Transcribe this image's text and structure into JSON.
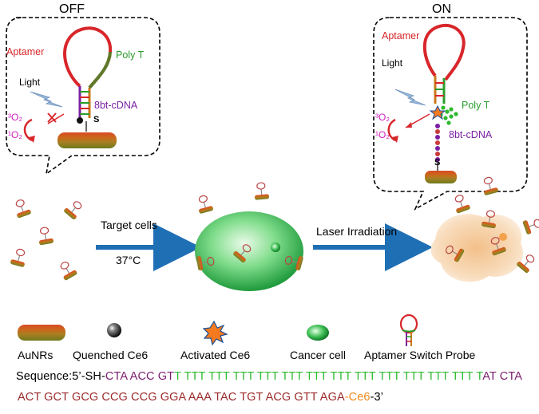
{
  "panels": {
    "off": {
      "title": "OFF",
      "aptamer": "Aptamer",
      "poly_t": "Poly T",
      "light": "Light",
      "cdna": "8bt-cDNA",
      "s": "S",
      "o2_triplet": "³O₂",
      "o2_singlet": "¹O₂"
    },
    "on": {
      "title": "ON",
      "aptamer": "Aptamer",
      "poly_t": "Poly T",
      "light": "Light",
      "cdna": "8bt-cDNA",
      "s": "S",
      "o2_triplet": "³O₂",
      "o2_singlet": "¹O₂"
    }
  },
  "process": {
    "step1_label": "Target cells",
    "step1_temp": "37°C",
    "step2_label": "Laser Irradiation"
  },
  "legend": [
    {
      "label": "AuNRs",
      "icon": "gold-nanorod-icon"
    },
    {
      "label": "Quenched Ce6",
      "icon": "black-sphere-icon"
    },
    {
      "label": "Activated Ce6",
      "icon": "orange-star-icon"
    },
    {
      "label": "Cancer cell",
      "icon": "green-ellipse-icon"
    },
    {
      "label": "Aptamer Switch Probe",
      "icon": "hairpin-probe-icon"
    }
  ],
  "sequence": {
    "line1": [
      {
        "text": "Sequence:5’-SH-",
        "color": "#000000"
      },
      {
        "text": "CTA ACC GT",
        "color": "#7b1e6e"
      },
      {
        "text": "T TTT TTT TTT TTT TTT TTT TTT TTT TTT TTT TTT TTT T",
        "color": "#2fb92f"
      },
      {
        "text": "AT CTA",
        "color": "#7b1e6e"
      }
    ],
    "line2": [
      {
        "text": "ACT GCT GCG CCG CCG GGA AAA TAC TGT ACG GTT AGA",
        "color": "#9b2a2a"
      },
      {
        "text": "-Ce6",
        "color": "#f08a1c"
      },
      {
        "text": "-3’",
        "color": "#000000"
      }
    ]
  },
  "colors": {
    "aptamer_red": "#d8262b",
    "poly_t_green": "#2a9d2a",
    "cdna_purple": "#7a1fa2",
    "o2_magenta": "#d020c0",
    "arrow_blue": "#1f6fb5"
  }
}
